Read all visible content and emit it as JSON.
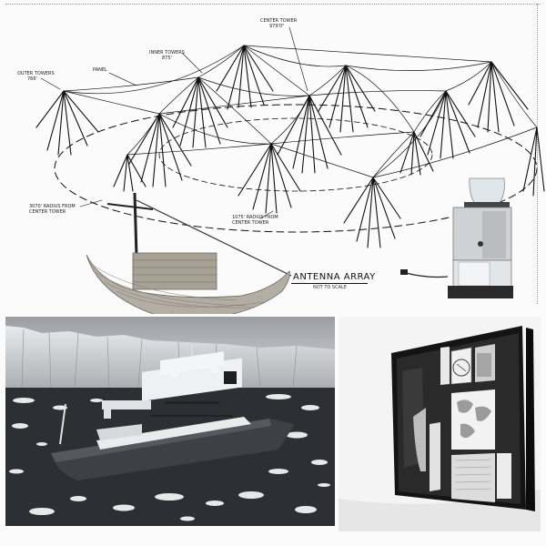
{
  "diagram": {
    "title": "ANTENNA ARRAY",
    "subtitle": "NOT TO SCALE",
    "labels": {
      "center_towers": "CENTER TOWER",
      "center_towers_height": "979'0\"",
      "inner_towers": "INNER TOWERS",
      "inner_towers_height": "875'",
      "outer_towers": "OUTER TOWERS",
      "outer_towers_height": "766'",
      "panel": "PANEL",
      "radius_outer_1": "3070' RADIUS FROM",
      "radius_outer_2": "CENTER TOWER",
      "radius_inner_1": "1075' RADIUS FROM",
      "radius_inner_2": "CENTER TOWER"
    }
  },
  "colors": {
    "page": "#fbfbfb",
    "line": "#111111",
    "ocean": "#2c2f33",
    "ice": "#e6e8ea"
  }
}
